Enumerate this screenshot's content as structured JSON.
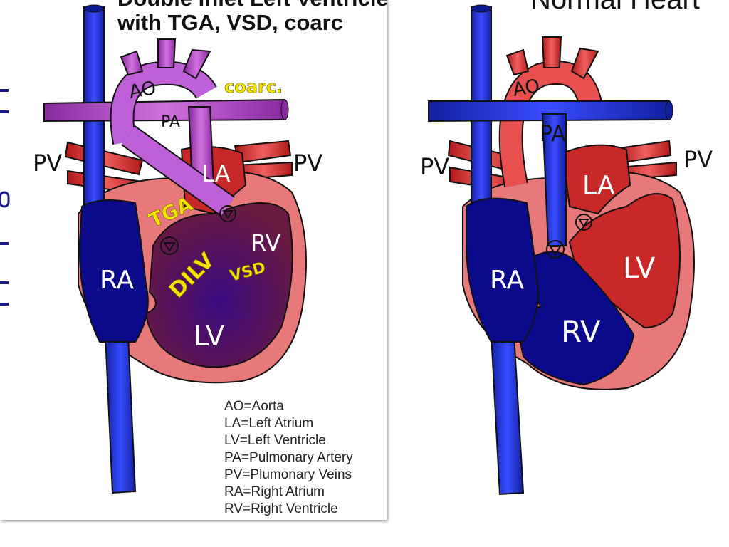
{
  "left_panel": {
    "title_line1": "Double Inlet Left Ventricle",
    "title_line2": "with TGA, VSD, coarc",
    "labels": {
      "ao": "AO",
      "pa": "PA",
      "coarc": "coarc.",
      "pv_left": "PV",
      "pv_right": "PV",
      "la": "LA",
      "tga": "TGA",
      "rv": "RV",
      "ra": "RA",
      "dilv": "DILV",
      "vsd": "VSD",
      "lv": "LV"
    },
    "legend": [
      "AO=Aorta",
      "LA=Left Atrium",
      "LV=Left Ventricle",
      "PA=Pulmonary Artery",
      "PV=Plumonary Veins",
      "RA=Right Atrium",
      "RV=Right Ventricle"
    ]
  },
  "right_panel": {
    "title": "Normal Heart",
    "labels": {
      "ao": "AO",
      "pa": "PA",
      "pv_left": "PV",
      "pv_right": "PV",
      "la": "LA",
      "lv": "LV",
      "ra": "RA",
      "rv": "RV"
    }
  },
  "colors": {
    "vein_blue": "#2233dd",
    "chamber_blue": "#0a0a8a",
    "artery_red": "#d42a2a",
    "wall_pink": "#e8797a",
    "purple": "#b040c8",
    "dark_purple": "#4a1060",
    "label_yellow": "#f2e600"
  }
}
